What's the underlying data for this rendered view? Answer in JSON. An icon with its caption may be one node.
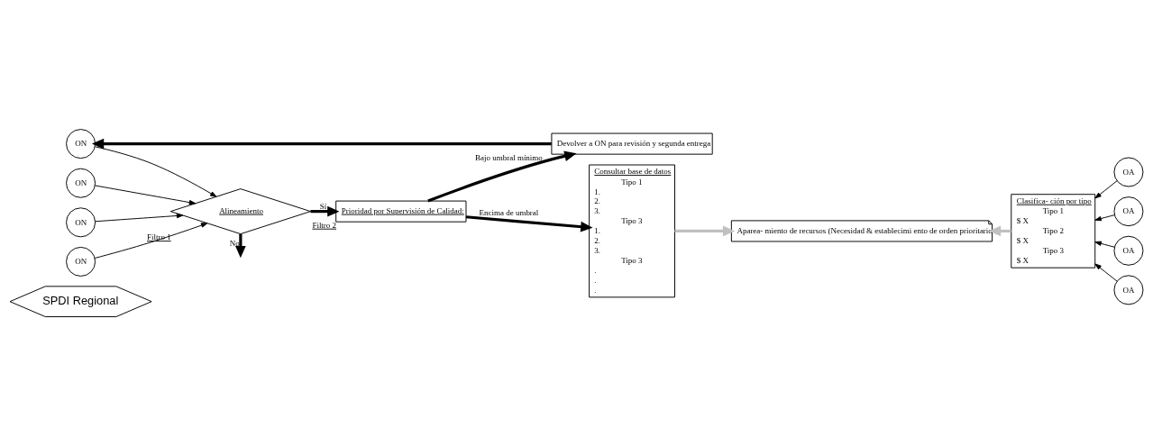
{
  "diagram": {
    "nodes": [
      {
        "text": [
          "SPDI Regional"
        ]
      },
      {
        "text": [
          "ON"
        ]
      },
      {
        "text": [
          "ON"
        ]
      },
      {
        "text": [
          "ON"
        ]
      },
      {
        "text": [
          "ON"
        ]
      },
      {
        "text": [
          "Alineamiento"
        ],
        "beside": [
          "Filtro 1"
        ]
      },
      {
        "text": [
          "Prioridad por Supervisión de Calidad:"
        ],
        "beside": [
          "Filtro 2"
        ]
      },
      {
        "text": [
          "Devolver a ON para revisión y segunda entrega"
        ]
      },
      {
        "text": [
          "Consultar base de datos",
          "Tipo 1",
          "1.",
          "2.",
          "3.",
          "Tipo 3",
          "1.",
          "2.",
          "3.",
          "Tipo 3",
          ".",
          ".",
          "."
        ]
      },
      {
        "text": [
          "Aparea- miento de recursos (Necesidad & establecimi ento de orden prioritario"
        ]
      },
      {
        "text": [
          "Clasifica- ción por tipo",
          "Tipo 1",
          "$ X",
          "Tipo 2",
          "$ X",
          "Tipo 3",
          "$ X"
        ]
      },
      {
        "text": [
          "OA"
        ]
      },
      {
        "text": [
          "OA"
        ]
      },
      {
        "text": [
          "OA"
        ]
      },
      {
        "text": [
          "OA"
        ]
      }
    ],
    "edges": [
      {
        "from": 1,
        "to": 5,
        "arrow": "to"
      },
      {
        "from": 2,
        "to": 5,
        "arrow": "to"
      },
      {
        "from": 3,
        "to": 5,
        "arrow": "to"
      },
      {
        "from": 4,
        "to": 5,
        "arrow": "to"
      },
      {
        "from": 5,
        "to": 6,
        "arrow": "to",
        "label": "Sí",
        "style": "thick"
      },
      {
        "from": 5,
        "to": null,
        "arrow": "to",
        "label": "No",
        "style": "thick"
      },
      {
        "from": 6,
        "to": 8,
        "arrow": "to",
        "label": "Encima de umbral",
        "style": "thick"
      },
      {
        "from": 6,
        "to": 7,
        "arrow": "to",
        "label": "Bajo umbral mínimo",
        "style": "thick"
      },
      {
        "from": 7,
        "to": 4,
        "arrow": "to",
        "style": "thick"
      },
      {
        "from": 8,
        "to": 9,
        "arrow": "to",
        "style": "thick",
        "color": "#c0c0c0"
      },
      {
        "from": 10,
        "to": 9,
        "arrow": "to",
        "style": "thick",
        "color": "#c0c0c0"
      },
      {
        "from": 11,
        "to": 10,
        "arrow": "to"
      },
      {
        "from": 12,
        "to": 10,
        "arrow": "to"
      },
      {
        "from": 13,
        "to": 10,
        "arrow": "to"
      },
      {
        "from": 14,
        "to": 10,
        "arrow": "to"
      }
    ]
  }
}
